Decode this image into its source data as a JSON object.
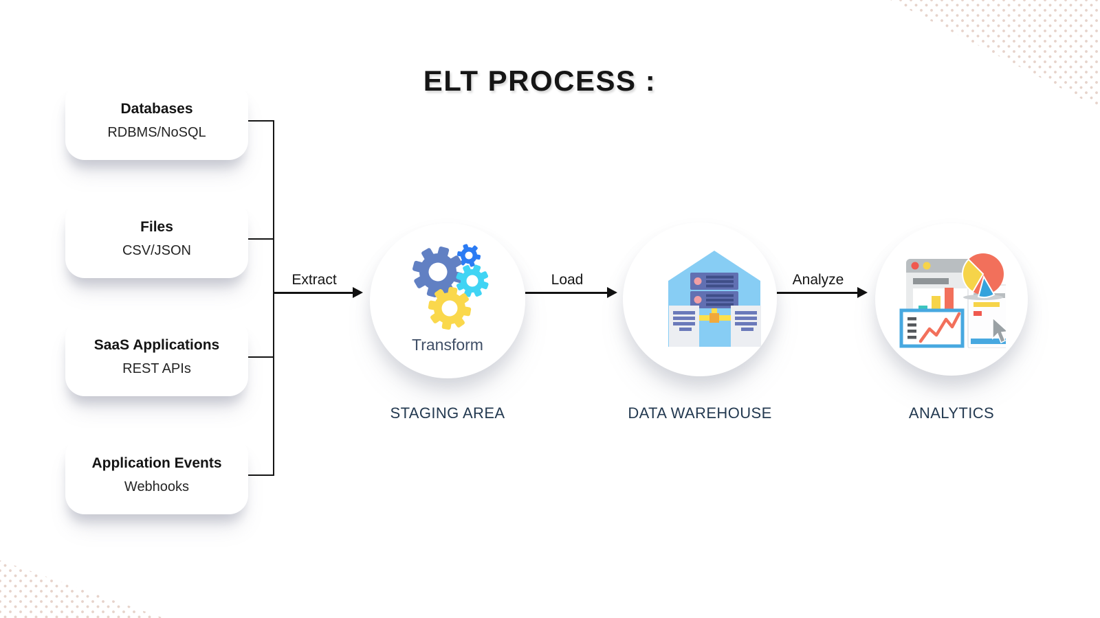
{
  "title": "ELT PROCESS :",
  "sources": [
    {
      "title": "Databases",
      "subtitle": "RDBMS/NoSQL"
    },
    {
      "title": "Files",
      "subtitle": "CSV/JSON"
    },
    {
      "title": "SaaS Applications",
      "subtitle": "REST APIs"
    },
    {
      "title": "Application Events",
      "subtitle": "Webhooks"
    }
  ],
  "flow": {
    "extract_label": "Extract",
    "load_label": "Load",
    "analyze_label": "Analyze"
  },
  "stages": {
    "staging": {
      "label": "STAGING AREA",
      "caption": "Transform",
      "icon": "gears-icon"
    },
    "warehouse": {
      "label": "DATA WAREHOUSE",
      "icon": "data-warehouse-icon"
    },
    "analytics": {
      "label": "ANALYTICS",
      "icon": "analytics-icon"
    }
  },
  "colors": {
    "gear_slate": "#6180c3",
    "gear_blue": "#2b7bf3",
    "gear_cyan": "#40d4f4",
    "gear_yellow": "#fad84c",
    "warehouse_house": "#87cdf4",
    "warehouse_server": "#6170b2",
    "connector_yellow": "#fce04b",
    "connector_orange": "#f0a93c",
    "analytics_orange": "#f2705b",
    "analytics_yellow": "#f6d449",
    "analytics_teal": "#3cc5be",
    "analytics_blue": "#47a8e0",
    "label_navy": "#233950",
    "dot_pattern": "#e6d3cb",
    "line_black": "#111111"
  }
}
